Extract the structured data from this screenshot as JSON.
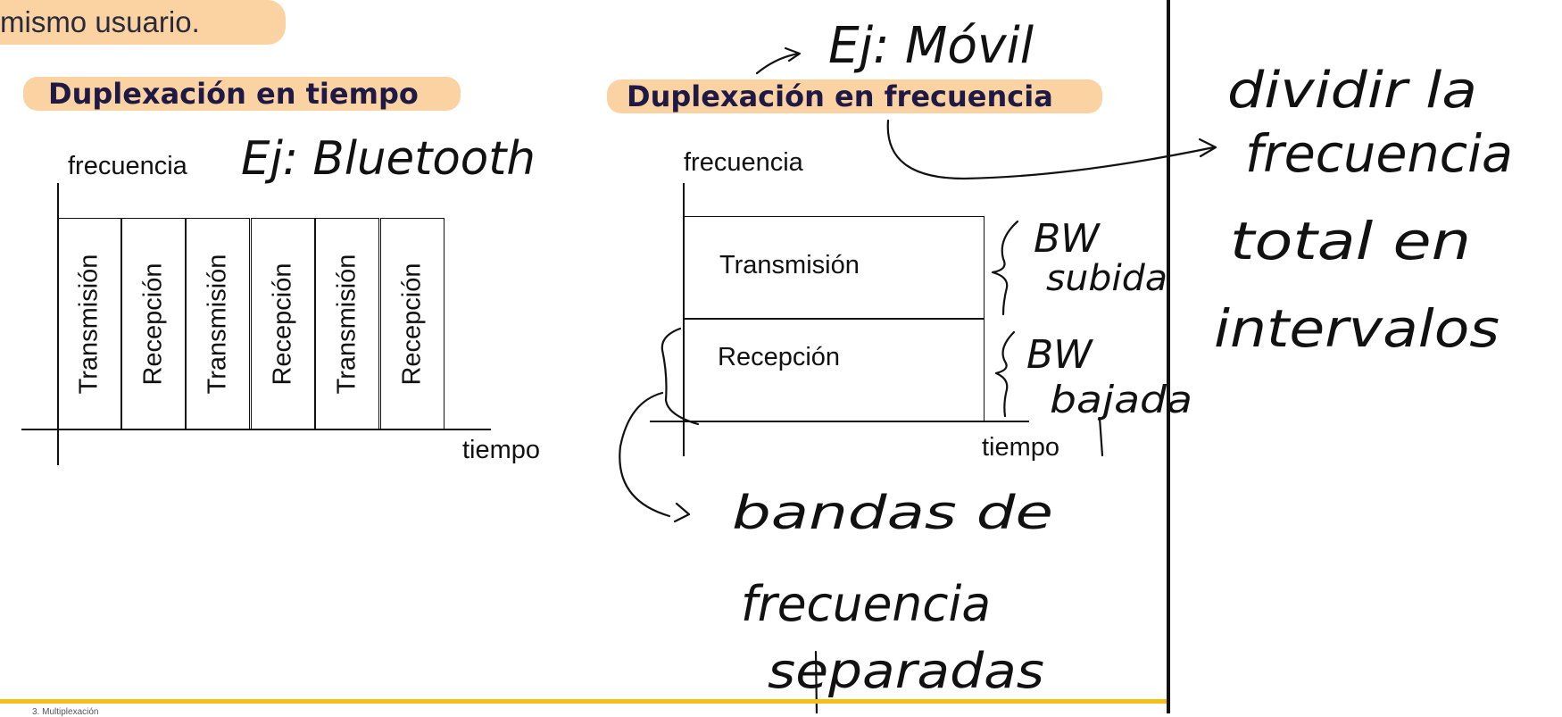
{
  "header": {
    "top_text": "mismo usuario."
  },
  "left_diagram": {
    "title": "Duplexación en tiempo",
    "y_axis": "frecuencia",
    "x_axis": "tiempo",
    "slots": [
      "Transmisión",
      "Recepción",
      "Transmisión",
      "Recepción",
      "Transmisión",
      "Recepción"
    ]
  },
  "right_diagram": {
    "title": "Duplexación en frecuencia",
    "y_axis": "frecuencia",
    "x_axis": "tiempo",
    "bands": [
      "Transmisión",
      "Recepción"
    ]
  },
  "annotations": {
    "bluetooth": "Ej: Bluetooth",
    "movil": "Ej: Móvil",
    "bw_up_1": "BW",
    "bw_up_2": "subida",
    "bw_down_1": "BW",
    "bw_down_2": "bajada",
    "bands_1": "bandas de",
    "bands_2": "frecuencia",
    "bands_3": "separadas",
    "side_1": "dividir la",
    "side_2": "frecuencia",
    "side_3": "total en",
    "side_4": "intervalos"
  },
  "colors": {
    "pill": "#fbd3a3",
    "title": "#1f1a45",
    "rule": "#f5bf1a"
  },
  "footer": "3. Multiplexación"
}
